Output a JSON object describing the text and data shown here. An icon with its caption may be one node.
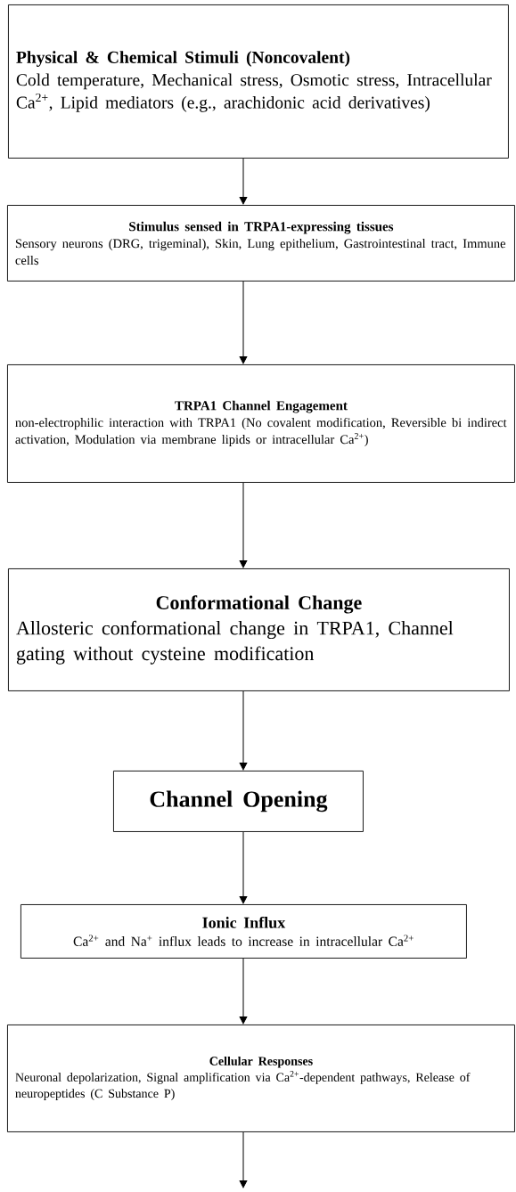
{
  "diagram": {
    "nodes": [
      {
        "text": [
          "Physical & Chemical Stimuli (Noncovalent)",
          "Cold temperature, Mechanical stress, Osmotic stress, Intracellular Ca$^{2+}$, Lipid mediators (e.g., arachidonic acid derivatives)"
        ]
      },
      {
        "text": [
          "Stimulus sensed in TRPA1-expressing tissues",
          "Sensory neurons (DRG, trigeminal), Skin, Lung epithelium, Gastrointestinal tract, Immune cells"
        ]
      },
      {
        "text": [
          "TRPA1 Channel Engagement",
          "non-electrophilic interaction with TRPA1 (No covalent modification, Reversible bi indirect activation, Modulation via membrane lipids or intracellular Ca$^{2+}$)"
        ]
      },
      {
        "text": [
          "Conformational Change",
          "Allosteric conformational change in TRPA1, Channel gating without cysteine modification"
        ]
      },
      {
        "text": [
          "Channel Opening"
        ]
      },
      {
        "text": [
          "Ionic Influx",
          "Ca$^{2+}$ and Na$^{+}$ influx leads to increase in intracellular Ca$^{2+}$"
        ]
      },
      {
        "text": [
          "Cellular Responses",
          "Neuronal depolarization, Signal amplification via Ca$^{2+}$-dependent pathways, Release of neuropeptides (C Substance P)"
        ]
      }
    ],
    "edges": [
      {
        "from": 0,
        "to": 1,
        "arrow": "to"
      },
      {
        "from": 1,
        "to": 2,
        "arrow": "to"
      },
      {
        "from": 2,
        "to": 3,
        "arrow": "to"
      },
      {
        "from": 3,
        "to": 4,
        "arrow": "to"
      },
      {
        "from": 4,
        "to": 5,
        "arrow": "to"
      },
      {
        "from": 5,
        "to": 6,
        "arrow": "to"
      },
      {
        "from": 6,
        "to": null,
        "arrow": "to"
      }
    ]
  }
}
